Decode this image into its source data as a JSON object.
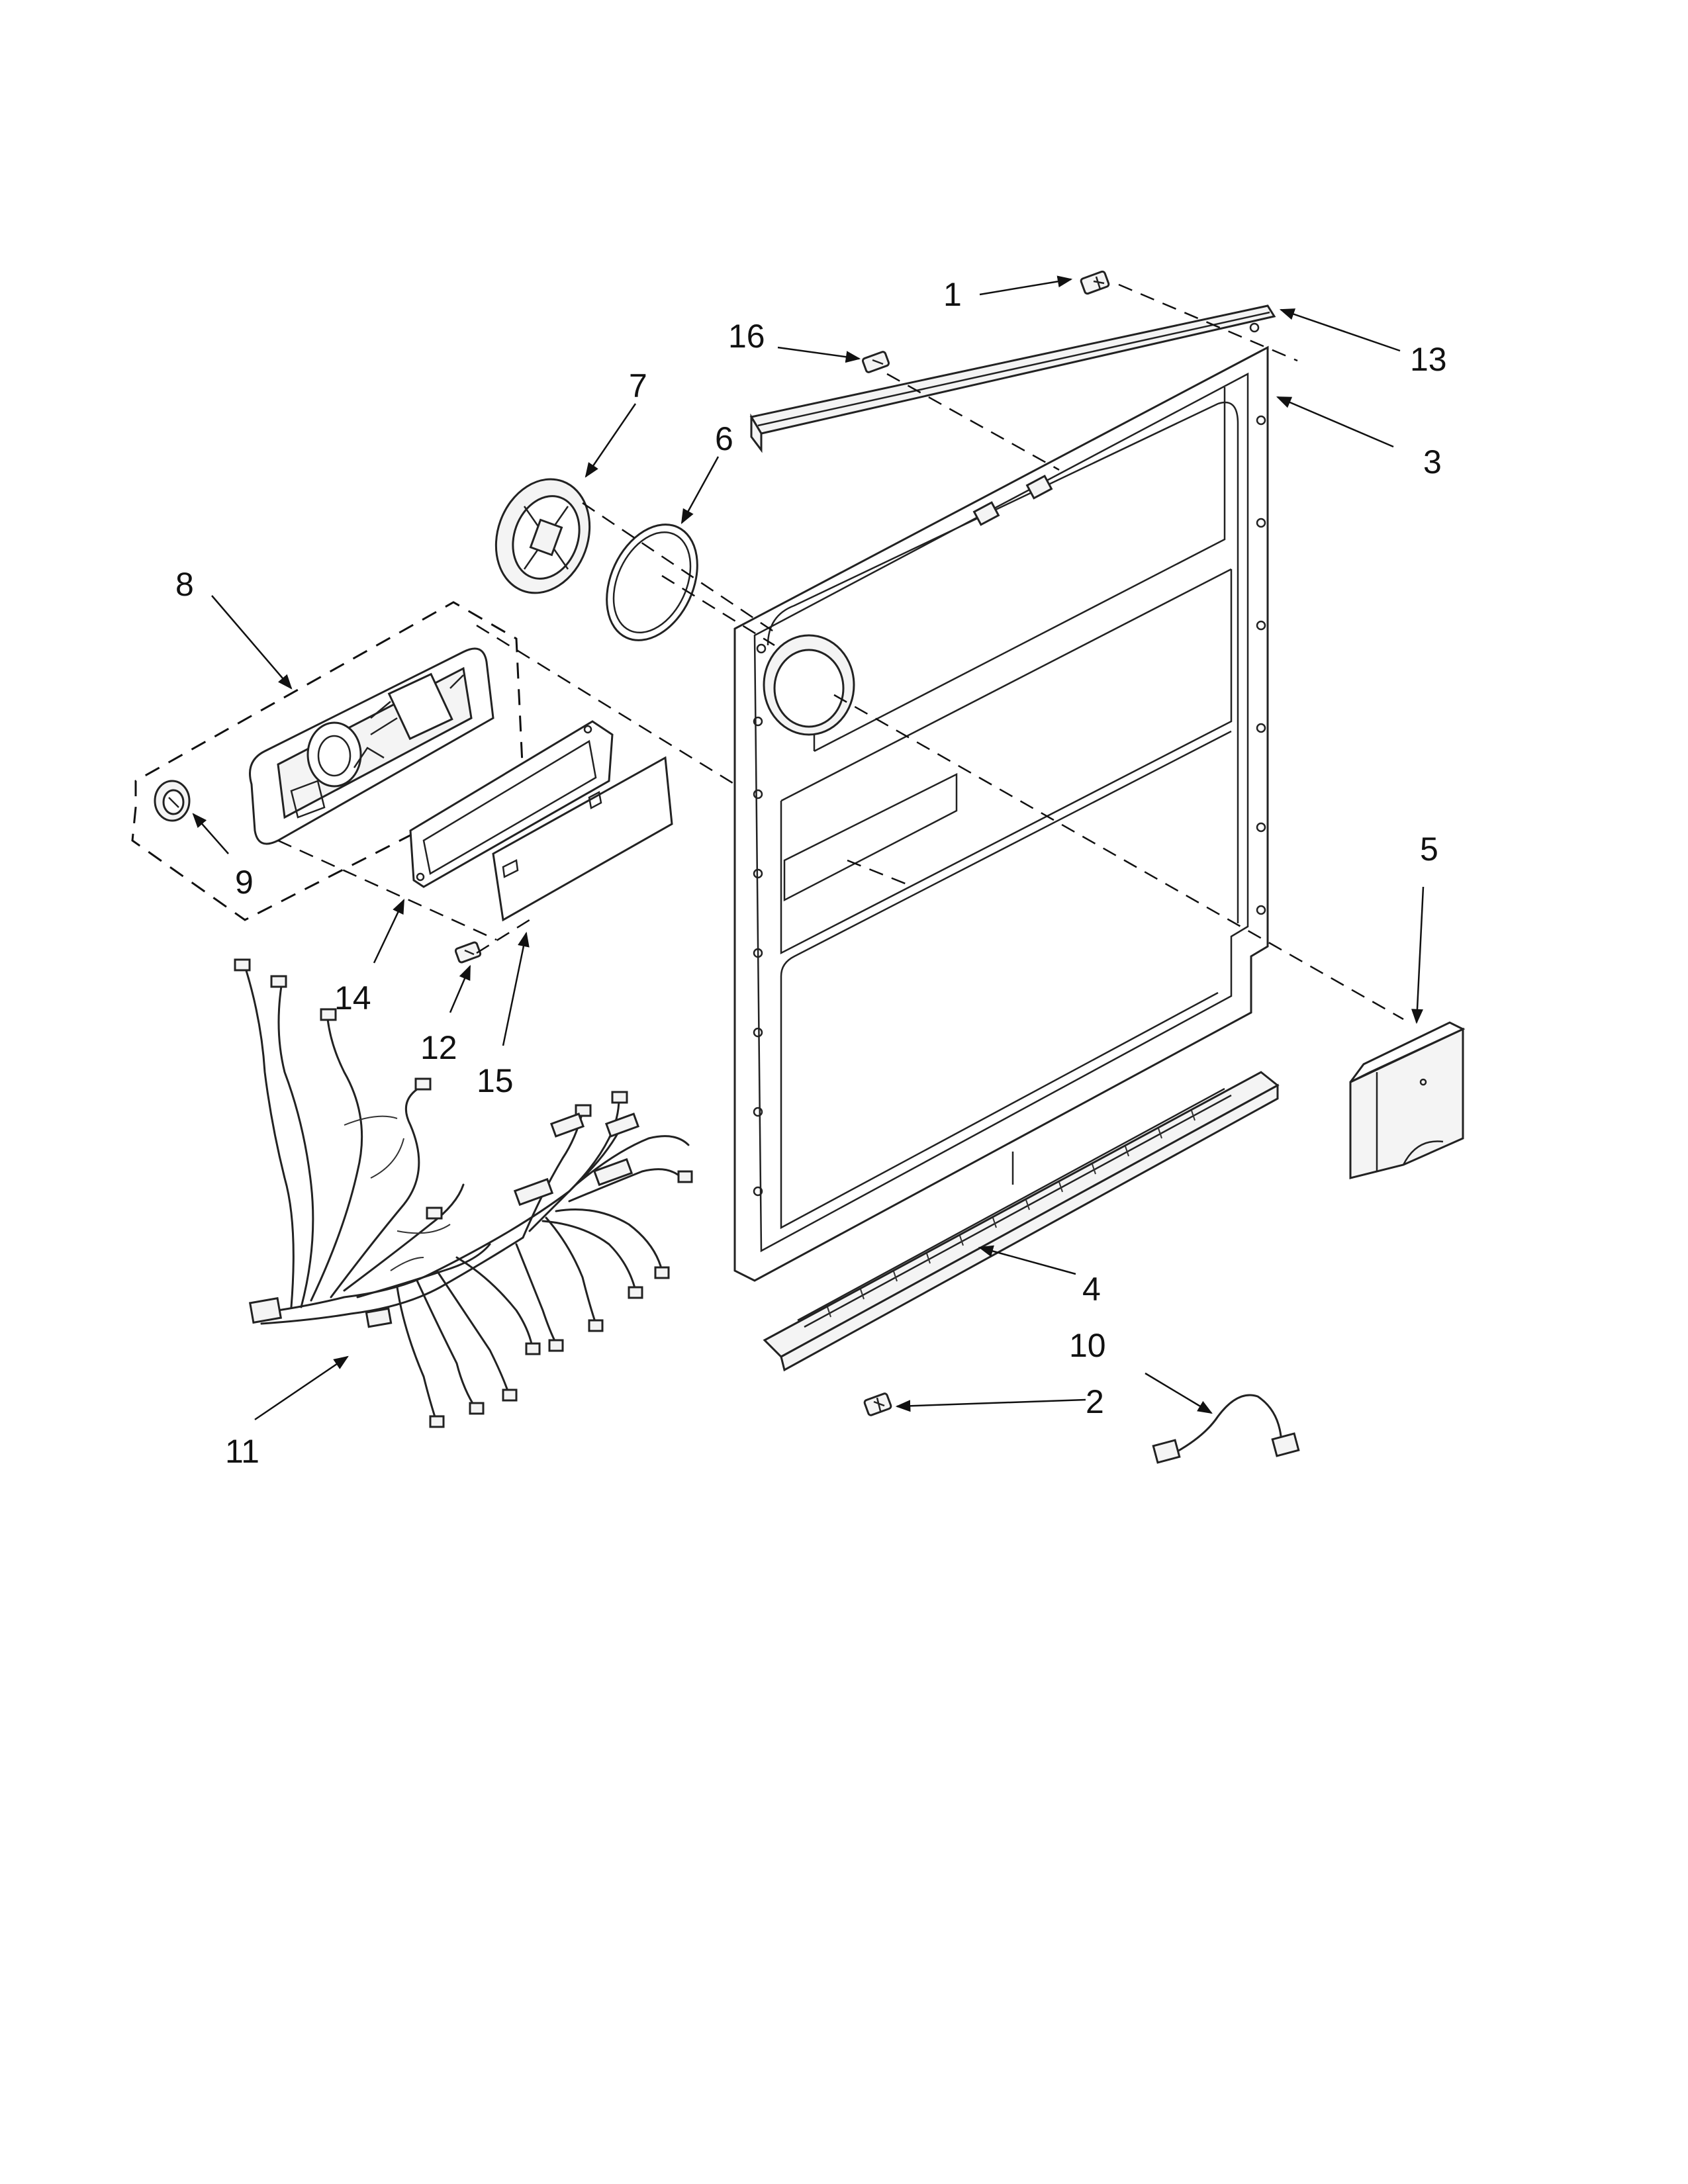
{
  "callouts": {
    "c1": "1",
    "c2": "2",
    "c3": "3",
    "c4": "4",
    "c5": "5",
    "c6": "6",
    "c7": "7",
    "c8": "8",
    "c9": "9",
    "c10": "10",
    "c11": "11",
    "c12": "12",
    "c13": "13",
    "c14": "14",
    "c15": "15",
    "c16": "16"
  },
  "colors": {
    "line": "#111111",
    "part_fill": "#f4f4f4",
    "background": "#ffffff"
  }
}
